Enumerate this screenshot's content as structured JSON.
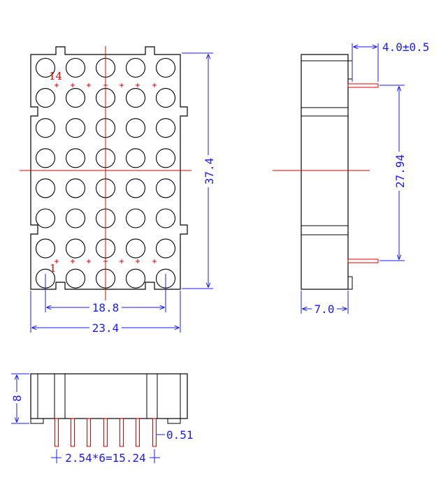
{
  "front_view": {
    "pin_label_top": "14",
    "pin_label_bottom": "1",
    "dims": {
      "height": "37.4",
      "pin_span": "18.8",
      "width": "23.4"
    }
  },
  "side_view": {
    "dims": {
      "pin_length": "4.0±0.5",
      "pin_pitch_vertical": "27.94",
      "depth": "7.0"
    }
  },
  "bottom_view": {
    "dims": {
      "height": "8",
      "pin_width": "0.51",
      "pitch_total": "2.54*6=15.24"
    }
  },
  "colors": {
    "outline": "#000000",
    "dimension": "#1a1aff",
    "centerline": "#e00000",
    "pin": "#e00000"
  }
}
